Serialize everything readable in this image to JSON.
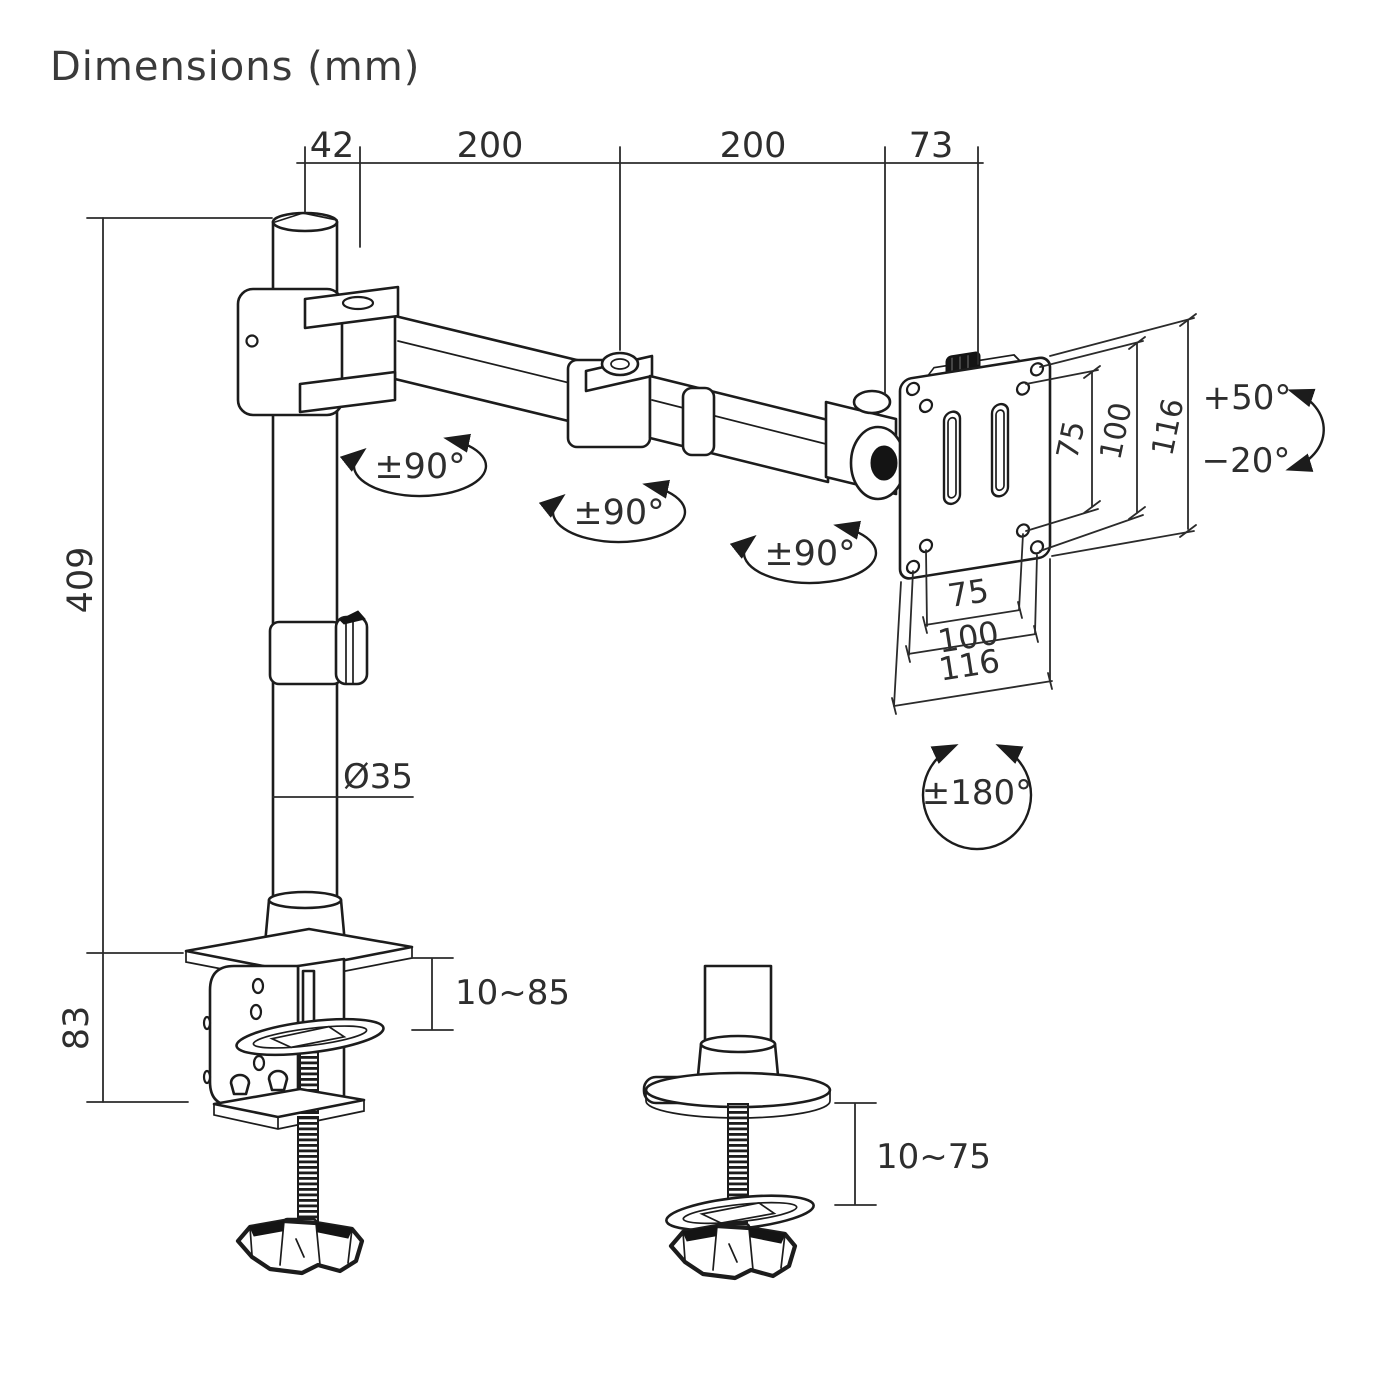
{
  "title": "Dimensions (mm)",
  "colors": {
    "line": "#1c1c1c",
    "text": "#2e2e2e",
    "background": "#ffffff"
  },
  "dims": {
    "top": [
      "42",
      "200",
      "200",
      "73"
    ],
    "height_pole": "409",
    "height_clamp": "83",
    "pole_diameter": "Ø35",
    "desk_clamp_range": "10~85",
    "grommet_range": "10~75",
    "vesa_side": [
      "75",
      "100",
      "116"
    ],
    "vesa_bottom": [
      "75",
      "100",
      "116"
    ]
  },
  "rotations": {
    "swivel_pole": "±90°",
    "swivel_mid": "±90°",
    "swivel_head": "±90°",
    "rotate_vesa": "±180°",
    "tilt_up": "+50°",
    "tilt_down": "−20°"
  }
}
